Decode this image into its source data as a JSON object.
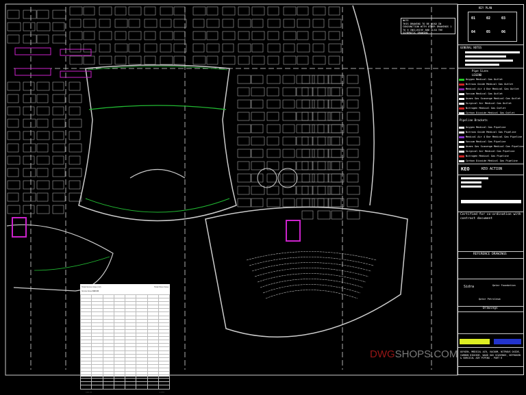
{
  "note": {
    "title": "NOTE",
    "text": "THIS DRAWING TO BE READ IN CONJUNCTION WITH OTHER DRAWINGS 1 TO 6 INCLUSIVE AND ALSO THE SCHEMATIC DRAWING"
  },
  "title_block": {
    "key_plan": "KEY PLAN",
    "key_plan_zones": [
      "01",
      "02",
      "03",
      "04",
      "05",
      "06"
    ],
    "general_notes": "GENERAL NOTES",
    "pipe_sizes": "Pipe Sizes",
    "legend": "LEGEND",
    "outlets": [
      {
        "label": "Oxygen Medical Gas Outlet",
        "color": "#22cc22"
      },
      {
        "label": "Nitrous Oxide Medical Gas Outlet",
        "color": "#cc2222"
      },
      {
        "label": "Medical Air 4 Bar Medical Gas Outlet",
        "color": "#8822aa"
      },
      {
        "label": "Vacuum Medical Gas Outlet",
        "color": "#ffffff"
      },
      {
        "label": "Anaes Gas Scavenge Medical Gas Outlet",
        "color": "#ffffff"
      },
      {
        "label": "Surgical Air Medical Gas Outlet",
        "color": "#ffffff"
      },
      {
        "label": "Nitrogen Medical Gas Outlet",
        "color": "#cc2222"
      },
      {
        "label": "Carbon Dioxide Medical Gas Outlet",
        "color": "#ffffff"
      }
    ],
    "pipeline_brackets": "Pipeline Brackets",
    "pipelines": [
      {
        "label": "Oxygen Medical Gas Pipeline",
        "color": "#ffffff"
      },
      {
        "label": "Nitrous Oxide Medical Gas Pipeline",
        "color": "#ffffff"
      },
      {
        "label": "Medical Air 4 Bar Medical Gas Pipeline",
        "color": "#8833cc"
      },
      {
        "label": "Vacuum Medical Gas Pipeline",
        "color": "#ffffff"
      },
      {
        "label": "Anaes Gas Scavenge Medical Gas Pipeline",
        "color": "#ffffff"
      },
      {
        "label": "Surgical Air Medical Gas Pipeline",
        "color": "#ffffff"
      },
      {
        "label": "Nitrogen Medical Gas Pipeline",
        "color": "#cc2222"
      },
      {
        "label": "Carbon Dioxide Medical Gas Pipeline",
        "color": "#ffffff"
      }
    ],
    "keo_logo": "KEO",
    "keo_action": "KEO ACTION",
    "certified": "Certified for co-ordination with contract document",
    "reference_drawings": "REFERENCE DRAWINGS",
    "client_1": "Sidra",
    "client_2": "Qatar Foundation",
    "client_3": "Qatar Petroleum",
    "drawings": "Drawings",
    "drawing_title": "OXYGEN, MEDICAL AIR, VACUUM, NITROUS OXIDE, CARBON DIOXIDE, WAGD GAS SCAVENGE, NITROGEN & SURGICAL AIR PIPING - PART 6"
  },
  "watermark": {
    "part1": "DWG",
    "part2": "SHOPS.COM"
  },
  "spreadsheet": {
    "title": "Total Gross Area (m²)",
    "area_label": "Gross Area",
    "area_value": "190.04",
    "total_label": "Total Floor Area",
    "totals": [
      "138.46",
      "3.676"
    ]
  },
  "colors": {
    "background": "#000000",
    "walls": "#cfcfcf",
    "green": "#22bb33",
    "magenta": "#cc22cc"
  }
}
